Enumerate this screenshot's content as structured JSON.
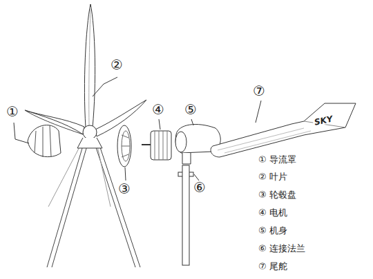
{
  "diagram": {
    "labels": [
      "①",
      "②",
      "③",
      "④",
      "⑤",
      "⑥",
      "⑦",
      "SKY",
      "① 导流罩",
      "② 叶片",
      "③ 轮毂盘",
      "④ 电机",
      "⑤ 机身",
      "⑥ 连接法兰",
      "⑦ 尾舵"
    ]
  }
}
